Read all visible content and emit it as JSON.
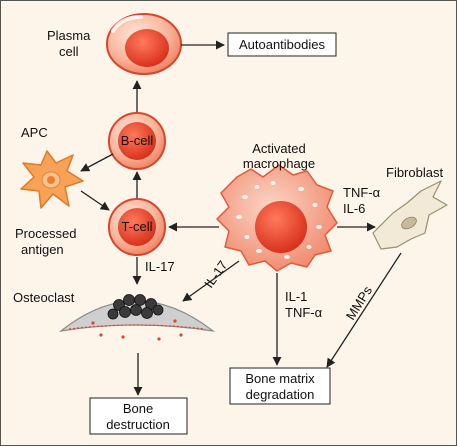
{
  "diagram": {
    "cells": {
      "plasma_cell": [
        "Plasma",
        "cell"
      ],
      "apc": "APC",
      "b_cell": "B-cell",
      "t_cell": "T-cell",
      "activated_macrophage": [
        "Activated",
        "macrophage"
      ],
      "fibroblast": "Fibroblast",
      "osteoclast": "Osteoclast",
      "processed_antigen": [
        "Processed",
        "antigen"
      ]
    },
    "boxes": {
      "autoantibodies": "Autoantibodies",
      "bone_destruction": [
        "Bone",
        "destruction"
      ],
      "bone_matrix_degradation": [
        "Bone matrix",
        "degradation"
      ]
    },
    "edge_labels": {
      "il17_tcell": "IL-17",
      "il17_macrophage": "IL-17",
      "tnf_il6": [
        "TNF-α",
        "IL-6"
      ],
      "il1_tnf": [
        "IL-1",
        "TNF-α"
      ],
      "mmps": "MMPs"
    },
    "colors": {
      "cell_red": "#e8432a",
      "cell_light": "#f6b49a",
      "nucleus": "#d8321f",
      "apc_orange": "#f5a25a",
      "fibroblast": "#efe6cf",
      "osteoclast_gray": "#c9c9c9",
      "background": "#fdf5ea"
    }
  }
}
